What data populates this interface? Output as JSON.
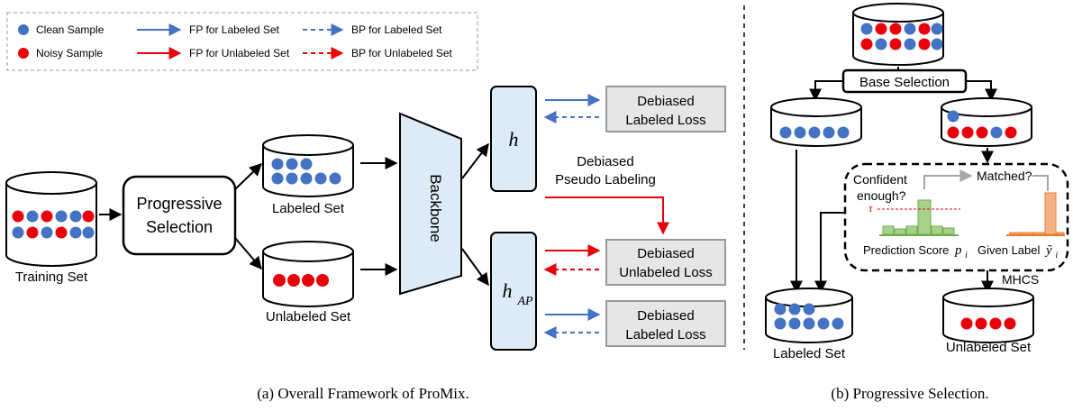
{
  "legend": {
    "clean_sample": "Clean Sample",
    "noisy_sample": "Noisy Sample",
    "fp_labeled": "FP for Labeled Set",
    "fp_unlabeled": "FP for Unlabeled Set",
    "bp_labeled": "BP for Labeled Set",
    "bp_unlabeled": "BP for Unlabeled Set"
  },
  "framework": {
    "training_set": "Training Set",
    "progressive_selection_line1": "Progressive",
    "progressive_selection_line2": "Selection",
    "labeled_set": "Labeled Set",
    "unlabeled_set": "Unlabeled Set",
    "backbone": "Backbone",
    "head_h": "h",
    "head_hap_base": "h",
    "head_hap_sub": "AP",
    "loss1_line1": "Debiased",
    "loss1_line2": "Labeled Loss",
    "pseudo_line1": "Debiased",
    "pseudo_line2": "Pseudo Labeling",
    "loss2_line1": "Debiased",
    "loss2_line2": "Unlabeled Loss",
    "loss3_line1": "Debiased",
    "loss3_line2": "Labeled Loss",
    "caption": "(a) Overall Framework of ProMix."
  },
  "progressive": {
    "base_selection": "Base Selection",
    "confident_line1": "Confident",
    "confident_line2": "enough?",
    "matched": "Matched?",
    "tau": "τ",
    "prediction_score": "Prediction Score",
    "prediction_score_sym": "p",
    "prediction_score_sub": "i",
    "given_label": "Given Label",
    "given_label_sym": "ỹ",
    "given_label_sub": "i",
    "mhcs": "MHCS",
    "labeled_set": "Labeled Set",
    "unlabeled_set": "Unlabeled Set",
    "caption": "(b) Progressive Selection."
  },
  "colors": {
    "clean": "#4472C4",
    "noisy": "#E8000B",
    "fp_labeled": "#4472C4",
    "fp_unlabeled": "#E8000B",
    "head_fill": "#DDEBF7",
    "backbone_fill": "#DDEBF7",
    "loss_fill": "#E7E6E6",
    "hist_green": "#A9D18E",
    "hist_orange": "#F4B183"
  }
}
